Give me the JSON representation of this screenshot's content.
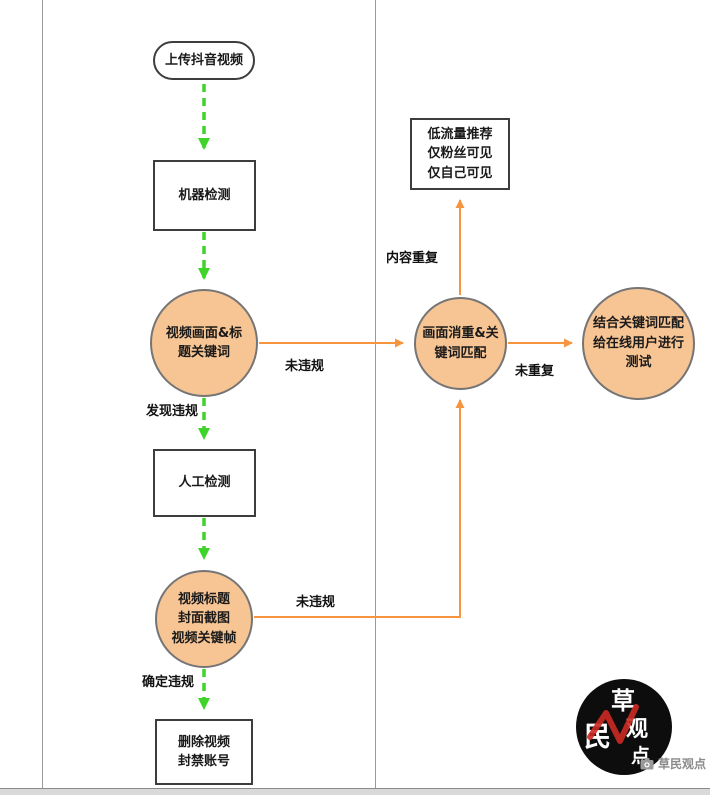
{
  "colors": {
    "green_arrow": "#3fd42a",
    "orange_arrow": "#f7953f",
    "circle_fill": "#f7c493",
    "circle_border": "#757575",
    "box_border": "#3d3d3d",
    "grid_line": "#9a9a9a"
  },
  "nodes": {
    "start": {
      "label": "上传抖音视频"
    },
    "machine_check": {
      "label": "机器检测"
    },
    "video_frame_keywords": {
      "label": "视频画面&标\n题关键词"
    },
    "low_traffic": {
      "label": "低流量推荐\n仅粉丝可见\n仅自己可见"
    },
    "dedup_match": {
      "label": "画面消重&关\n键词匹配"
    },
    "online_test": {
      "label": "结合关键词匹配\n给在线用户进行\n测试"
    },
    "manual_check": {
      "label": "人工检测"
    },
    "title_cover_keyframe": {
      "label": "视频标题\n封面截图\n视频关键帧"
    },
    "delete_ban": {
      "label": "删除视频\n封禁账号"
    }
  },
  "edge_labels": {
    "not_violating_1": "未违规",
    "content_duplicate": "内容重复",
    "not_duplicate": "未重复",
    "violation_found": "发现违规",
    "not_violating_2": "未违规",
    "violation_confirmed": "确定违规"
  },
  "watermark": {
    "stamp_chars": [
      "草",
      "民",
      "观",
      "点"
    ],
    "caption": "草民观点"
  }
}
